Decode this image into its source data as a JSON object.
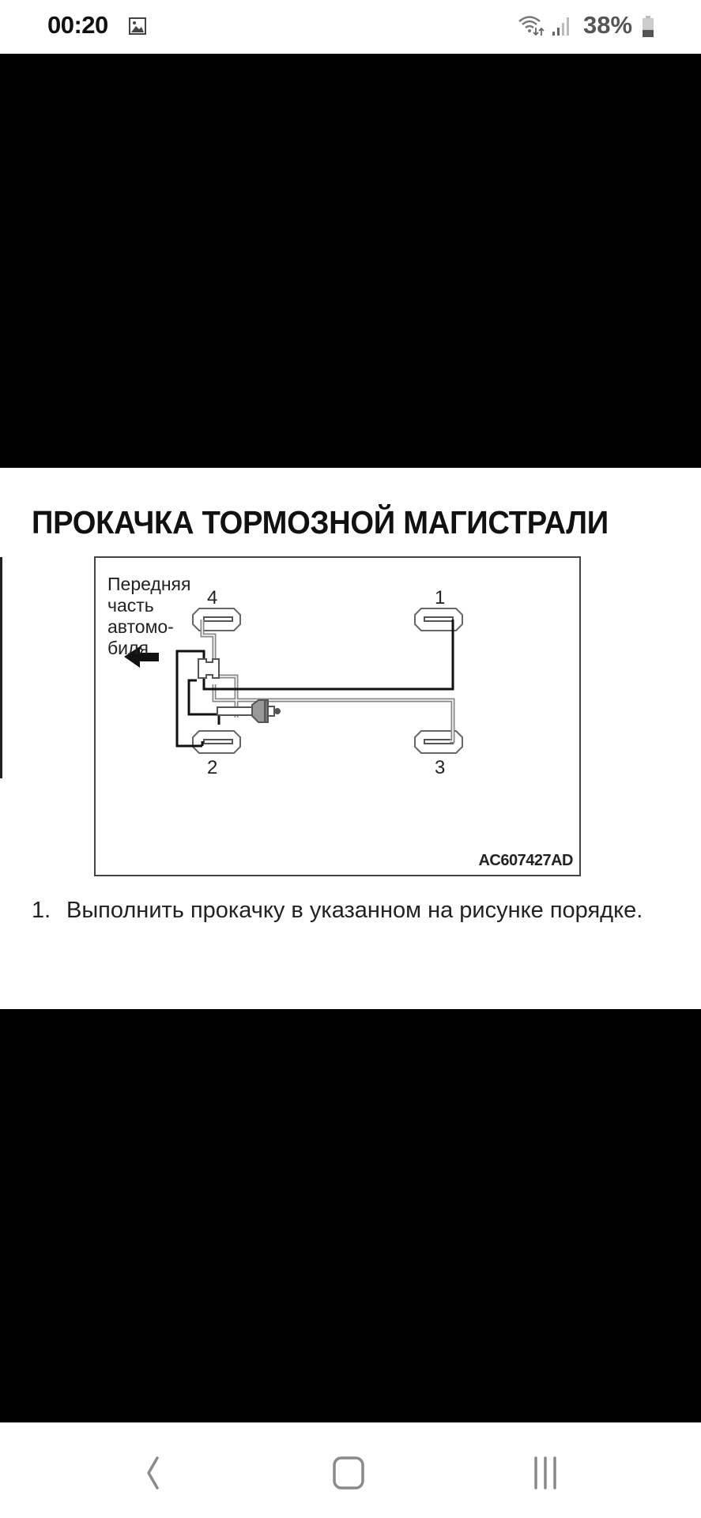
{
  "status_bar": {
    "time": "00:20",
    "notification_icon": "gallery-icon",
    "wifi_icon": "wifi-icon",
    "signal_icon": "signal-icon",
    "battery_percent": "38%",
    "battery_level": 0.38
  },
  "document": {
    "title": "ПРОКАЧКА ТОРМОЗНОЙ МАГИСТРАЛИ",
    "figure": {
      "front_label": "Передняя\nчасть\nавтомо-\nбиля",
      "arrow_icon": "arrow-left-icon",
      "wheels": [
        {
          "number": "4",
          "position": "front-left"
        },
        {
          "number": "1",
          "position": "rear-left"
        },
        {
          "number": "2",
          "position": "front-right"
        },
        {
          "number": "3",
          "position": "rear-right"
        }
      ],
      "code": "AC607427AD"
    },
    "steps": [
      {
        "number": "1.",
        "text": "Выполнить прокачку в указанном на рисунке порядке."
      }
    ]
  },
  "nav_bar": {
    "back": "back-icon",
    "home": "home-icon",
    "recents": "recents-icon"
  },
  "colors": {
    "background": "#ffffff",
    "letterbox": "#000000",
    "nav_icon": "#8a8a8a"
  }
}
